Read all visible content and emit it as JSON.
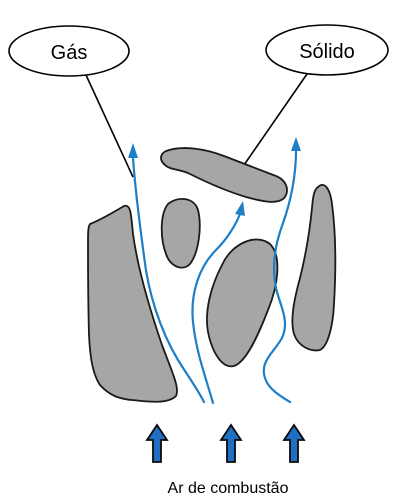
{
  "labels": {
    "gas": "Gás",
    "solid": "Sólido",
    "combustion_air": "Ar de combustão"
  },
  "colors": {
    "particle_fill": "#a6a6a6",
    "particle_stroke": "#1a1a1a",
    "gas_stream": "#1d7fc8",
    "air_arrow": "#1f6fc2"
  }
}
